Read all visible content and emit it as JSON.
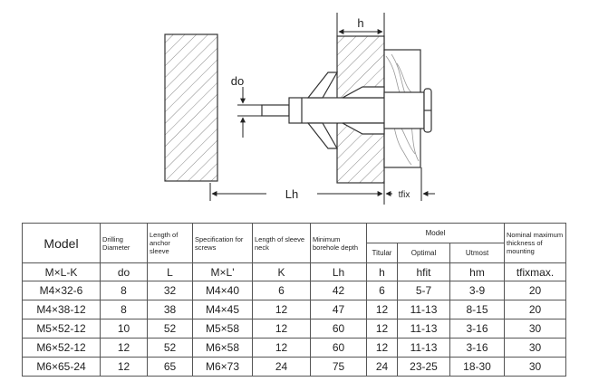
{
  "diagram": {
    "labels": {
      "h": "h",
      "do": "do",
      "lh": "Lh",
      "tfix": "tfix"
    }
  },
  "table": {
    "headers": {
      "model": "Model",
      "drilling_diameter": "Drilling Diameter",
      "anchor_sleeve_length": "Length of anchor sleeve",
      "screw_spec": "Specification for screws",
      "sleeve_neck_length": "Length of sleeve neck",
      "min_borehole_depth": "Minimum borehole depth",
      "model_group": "Model",
      "titular": "Titular",
      "optimal": "Optimal",
      "utmost": "Utmost",
      "max_mount_thickness": "Nominal maximum thickness of mounting"
    },
    "symbols": [
      "M×L-K",
      "do",
      "L",
      "M×L'",
      "K",
      "Lh",
      "h",
      "hfit",
      "hm",
      "tfixmax."
    ],
    "rows": [
      [
        "M4×32-6",
        "8",
        "32",
        "M4×40",
        "6",
        "42",
        "6",
        "5-7",
        "3-9",
        "20"
      ],
      [
        "M4×38-12",
        "8",
        "38",
        "M4×45",
        "12",
        "47",
        "12",
        "11-13",
        "8-15",
        "20"
      ],
      [
        "M5×52-12",
        "10",
        "52",
        "M5×58",
        "12",
        "60",
        "12",
        "11-13",
        "3-16",
        "30"
      ],
      [
        "M6×52-12",
        "12",
        "52",
        "M6×58",
        "12",
        "60",
        "12",
        "11-13",
        "3-16",
        "30"
      ],
      [
        "M6×65-24",
        "12",
        "65",
        "M6×73",
        "24",
        "75",
        "24",
        "23-25",
        "18-30",
        "30"
      ]
    ]
  }
}
